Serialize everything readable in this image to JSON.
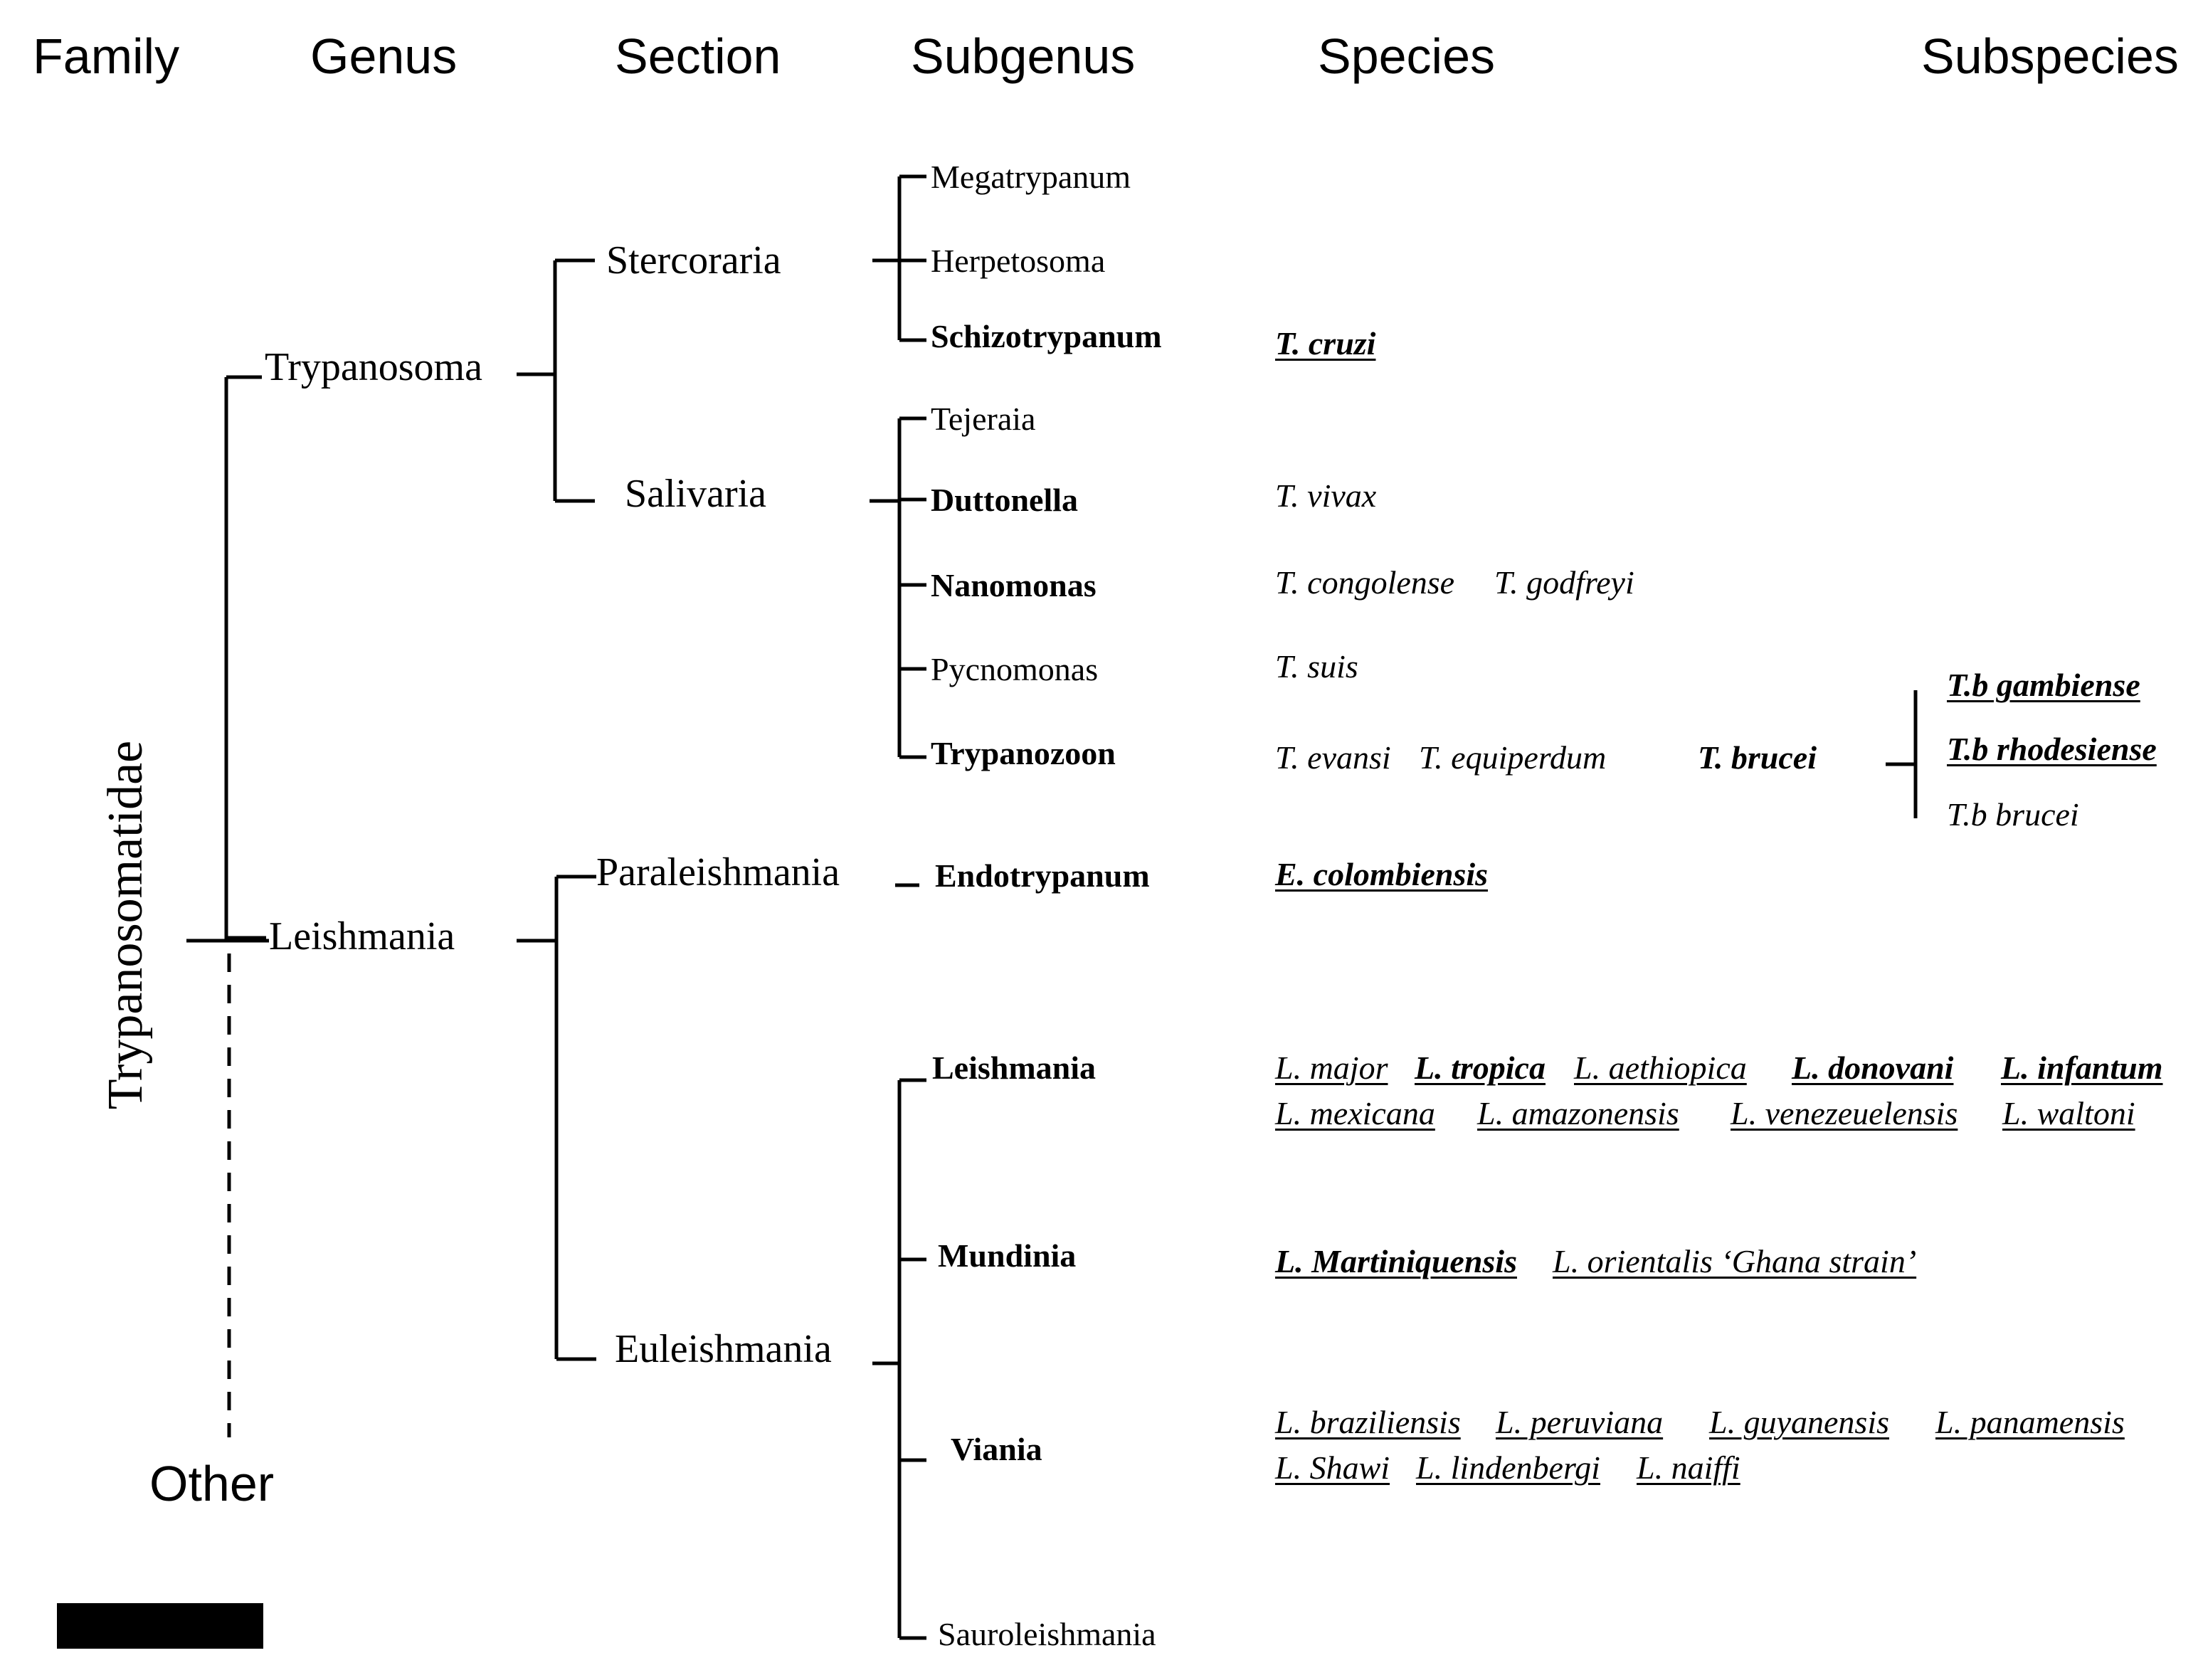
{
  "headers": {
    "family": "Family",
    "genus": "Genus",
    "section": "Section",
    "subgenus": "Subgenus",
    "species": "Species",
    "subspecies": "Subspecies"
  },
  "family": {
    "name": "Trypanosomatidae",
    "other": "Other"
  },
  "genera": {
    "trypanosoma": "Trypanosoma",
    "leishmania": "Leishmania"
  },
  "sections": {
    "stercoraria": "Stercoraria",
    "salivaria": "Salivaria",
    "paraleishmania": "Paraleishmania",
    "euleishmania": "Euleishmania"
  },
  "subgenera": {
    "megatrypanum": "Megatrypanum",
    "herpetosoma": "Herpetosoma",
    "schizotrypanum": "Schizotrypanum",
    "tejeraia": "Tejeraia",
    "duttonella": "Duttonella",
    "nanomonas": "Nanomonas",
    "pycnomonas": "Pycnomonas",
    "trypanozoon": "Trypanozoon",
    "endotrypanum": "Endotrypanum",
    "leishmania": "Leishmania",
    "mundinia": "Mundinia",
    "viania": "Viania",
    "sauroleishmania": "Sauroleishmania"
  },
  "species": {
    "t_cruzi": "T. cruzi",
    "t_vivax": "T. vivax",
    "t_congolense": "T. congolense",
    "t_godfreyi": "T. godfreyi",
    "t_suis": "T. suis",
    "t_evansi": "T. evansi",
    "t_equiperdum": "T. equiperdum",
    "t_brucei": "T. brucei",
    "e_colombiensis": "E. colombiensis",
    "l_major": "L. major",
    "l_tropica": "L. tropica",
    "l_aethiopica": "L. aethiopica",
    "l_donovani": "L. donovani",
    "l_infantum": "L. infantum",
    "l_mexicana": "L. mexicana",
    "l_amazonensis": "L. amazonensis",
    "l_venezeuelensis": "L. venezeuelensis",
    "l_waltoni": "L. waltoni",
    "l_martiniquensis": "L. Martiniquensis",
    "l_orientalis": "L. orientalis ‘Ghana strain’",
    "l_braziliensis": "L. braziliensis",
    "l_peruviana": "L. peruviana",
    "l_guyanensis": "L. guyanensis",
    "l_panamensis": "L. panamensis",
    "l_shawi": "L. Shawi",
    "l_lindenbergi": "L. lindenbergi",
    "l_naiffi": "L. naiffi"
  },
  "subspecies": {
    "gambiense": "T.b gambiense",
    "rhodesiense": "T.b rhodesiense",
    "brucei": "T.b brucei"
  }
}
